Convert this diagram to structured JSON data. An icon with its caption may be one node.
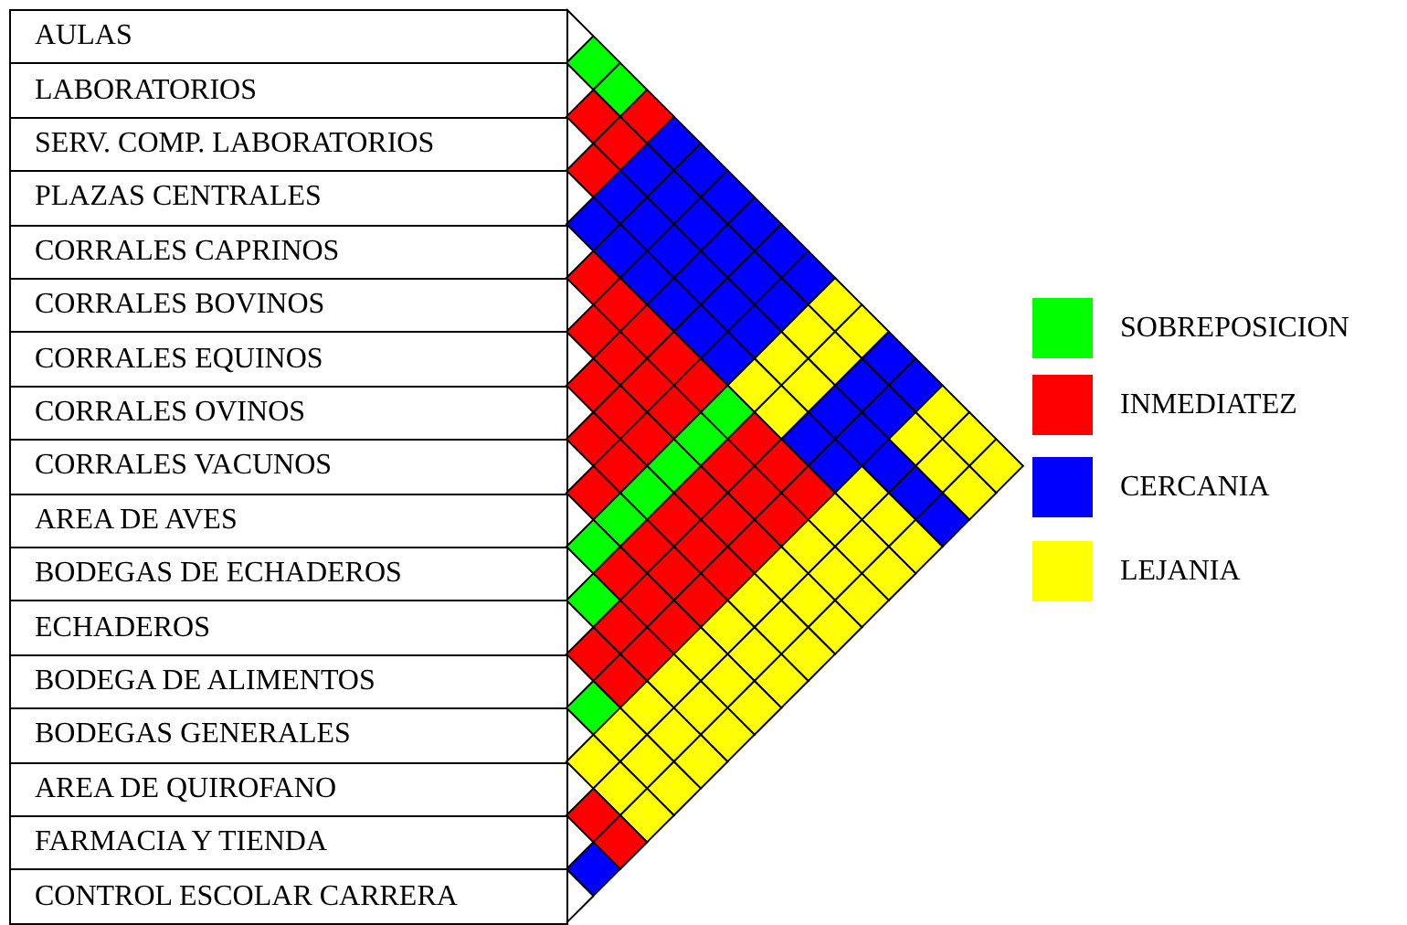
{
  "diagram": {
    "nodes": [
      {
        "text": [
          "AULAS"
        ]
      },
      {
        "text": [
          "LABORATORIOS"
        ]
      },
      {
        "text": [
          "SERV. COMP. LABORATORIOS"
        ]
      },
      {
        "text": [
          "PLAZAS CENTRALES"
        ]
      },
      {
        "text": [
          "CORRALES CAPRINOS"
        ]
      },
      {
        "text": [
          "CORRALES BOVINOS"
        ]
      },
      {
        "text": [
          "CORRALES EQUINOS"
        ]
      },
      {
        "text": [
          "CORRALES OVINOS"
        ]
      },
      {
        "text": [
          "CORRALES VACUNOS"
        ]
      },
      {
        "text": [
          "AREA DE AVES"
        ]
      },
      {
        "text": [
          "BODEGAS DE ECHADEROS"
        ]
      },
      {
        "text": [
          "ECHADEROS"
        ]
      },
      {
        "text": [
          "BODEGA DE ALIMENTOS"
        ]
      },
      {
        "text": [
          "BODEGAS GENERALES"
        ]
      },
      {
        "text": [
          "AREA DE QUIROFANO"
        ]
      },
      {
        "text": [
          "FARMACIA Y TIENDA"
        ]
      },
      {
        "text": [
          "CONTROL ESCOLAR CARRERA"
        ]
      }
    ],
    "legend": [
      {
        "text": "SOBREPOSICION",
        "color": "#00ff00"
      },
      {
        "text": "INMEDIATEZ",
        "color": "#ff0000"
      },
      {
        "text": "CERCANIA",
        "color": "#0000ff"
      },
      {
        "text": "LEJANIA",
        "color": "#ffff00"
      }
    ]
  }
}
